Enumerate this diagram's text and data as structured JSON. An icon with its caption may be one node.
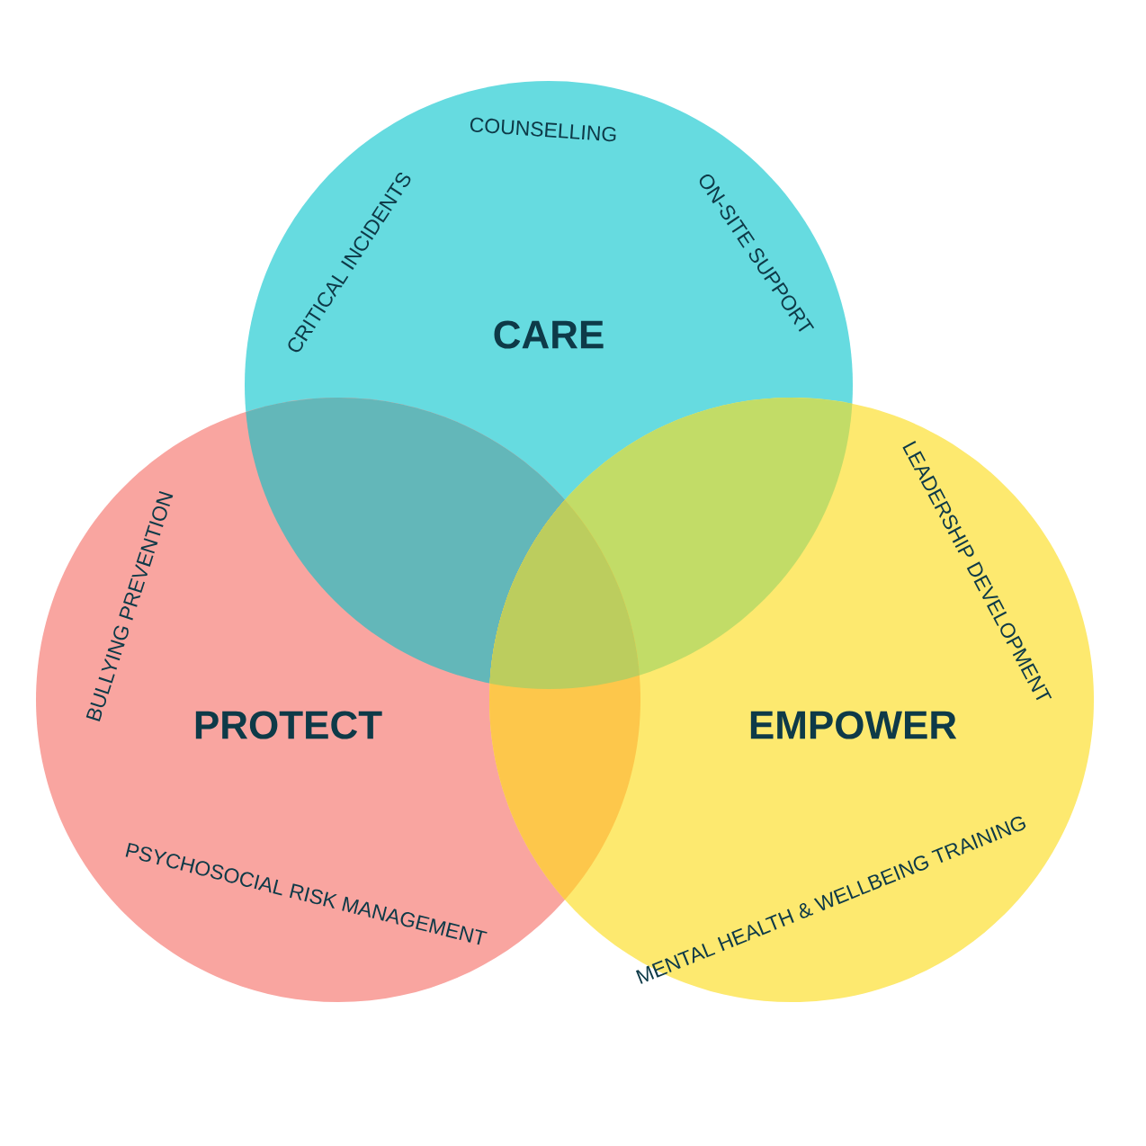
{
  "diagram": {
    "nodes": [
      {
        "text": [
          "CARE",
          "CRITICAL INCIDENTS",
          "COUNSELLING",
          "ON-SITE SUPPORT"
        ]
      },
      {
        "text": [
          "PROTECT",
          "BULLYING PREVENTION",
          "PSYCHOSOCIAL RISK MANAGEMENT"
        ]
      },
      {
        "text": [
          "EMPOWER",
          "LEADERSHIP DEVELOPMENT",
          "MENTAL HEALTH & WELLBEING TRAINING"
        ]
      }
    ],
    "edges": []
  }
}
